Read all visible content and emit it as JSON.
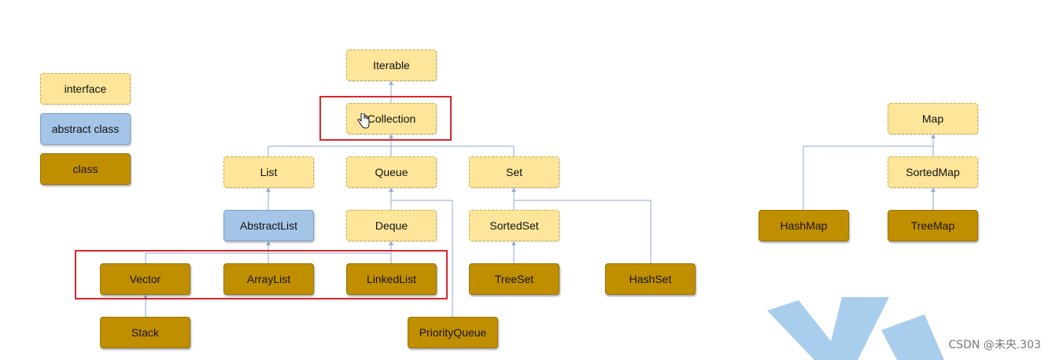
{
  "legend": {
    "interface": "interface",
    "abstract_class": "abstract class",
    "class": "class"
  },
  "nodes": {
    "iterable": "Iterable",
    "collection": "Collection",
    "list": "List",
    "queue": "Queue",
    "set": "Set",
    "abstract_list": "AbstractList",
    "deque": "Deque",
    "sorted_set": "SortedSet",
    "vector": "Vector",
    "array_list": "ArrayList",
    "linked_list": "LinkedList",
    "tree_set": "TreeSet",
    "hash_set": "HashSet",
    "stack": "Stack",
    "priority_queue": "PriorityQueue",
    "map": "Map",
    "sorted_map": "SortedMap",
    "hash_map": "HashMap",
    "tree_map": "TreeMap"
  },
  "watermark": "CSDN @未央.303",
  "colors": {
    "interface": "#fde59a",
    "abstract_class": "#a5c5e8",
    "class": "#bf8f00",
    "highlight": "#d9262c",
    "connector": "#8eaad0",
    "watermark_shape": "#a9cdec"
  }
}
